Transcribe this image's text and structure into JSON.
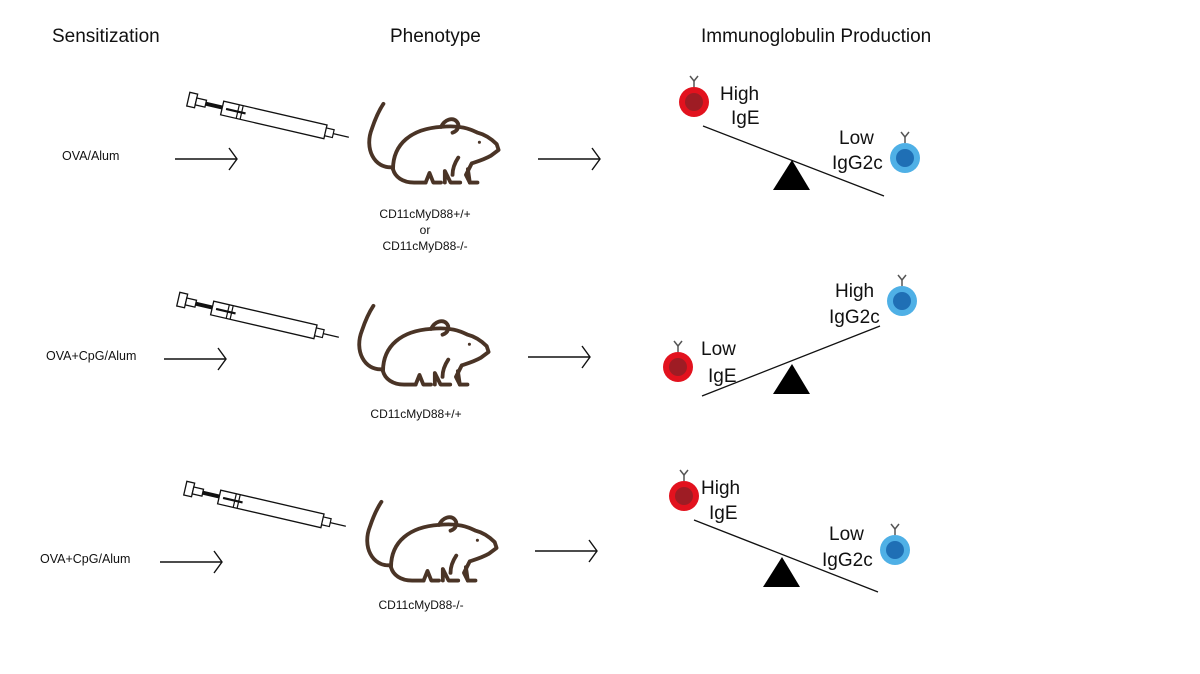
{
  "headers": {
    "sensitization": "Sensitization",
    "phenotype": "Phenotype",
    "immunoglobulin": "Immunoglobulin Production"
  },
  "rows": [
    {
      "condition": "OVA/Alum",
      "genotype_lines": [
        "CD11cMyD88+/+",
        "or",
        "CD11cMyD88-/-"
      ],
      "ige": {
        "level": "High",
        "label": "IgE"
      },
      "igg": {
        "level": "Low",
        "label": "IgG2c"
      },
      "tilt": "IgE-up"
    },
    {
      "condition": "OVA+CpG/Alum",
      "genotype_lines": [
        "CD11cMyD88+/+"
      ],
      "ige": {
        "level": "Low",
        "label": "IgE"
      },
      "igg": {
        "level": "High",
        "label": "IgG2c"
      },
      "tilt": "IgG2c-up"
    },
    {
      "condition": "OVA+CpG/Alum",
      "genotype_lines": [
        "CD11cMyD88-/-"
      ],
      "ige": {
        "level": "High",
        "label": "IgE"
      },
      "igg": {
        "level": "Low",
        "label": "IgG2c"
      },
      "tilt": "IgE-up"
    }
  ],
  "colors": {
    "ige_cell_outer": "#e2121e",
    "ige_cell_inner": "#9e1c24",
    "igg_cell_outer": "#4fb0e6",
    "igg_cell_inner": "#1f6fb5",
    "mouse": "#4a3426",
    "ink": "#111111"
  },
  "icons": [
    "syringe-icon",
    "mouse-icon",
    "b-cell-icon",
    "antibody-icon",
    "fulcrum-icon",
    "arrow-icon"
  ]
}
